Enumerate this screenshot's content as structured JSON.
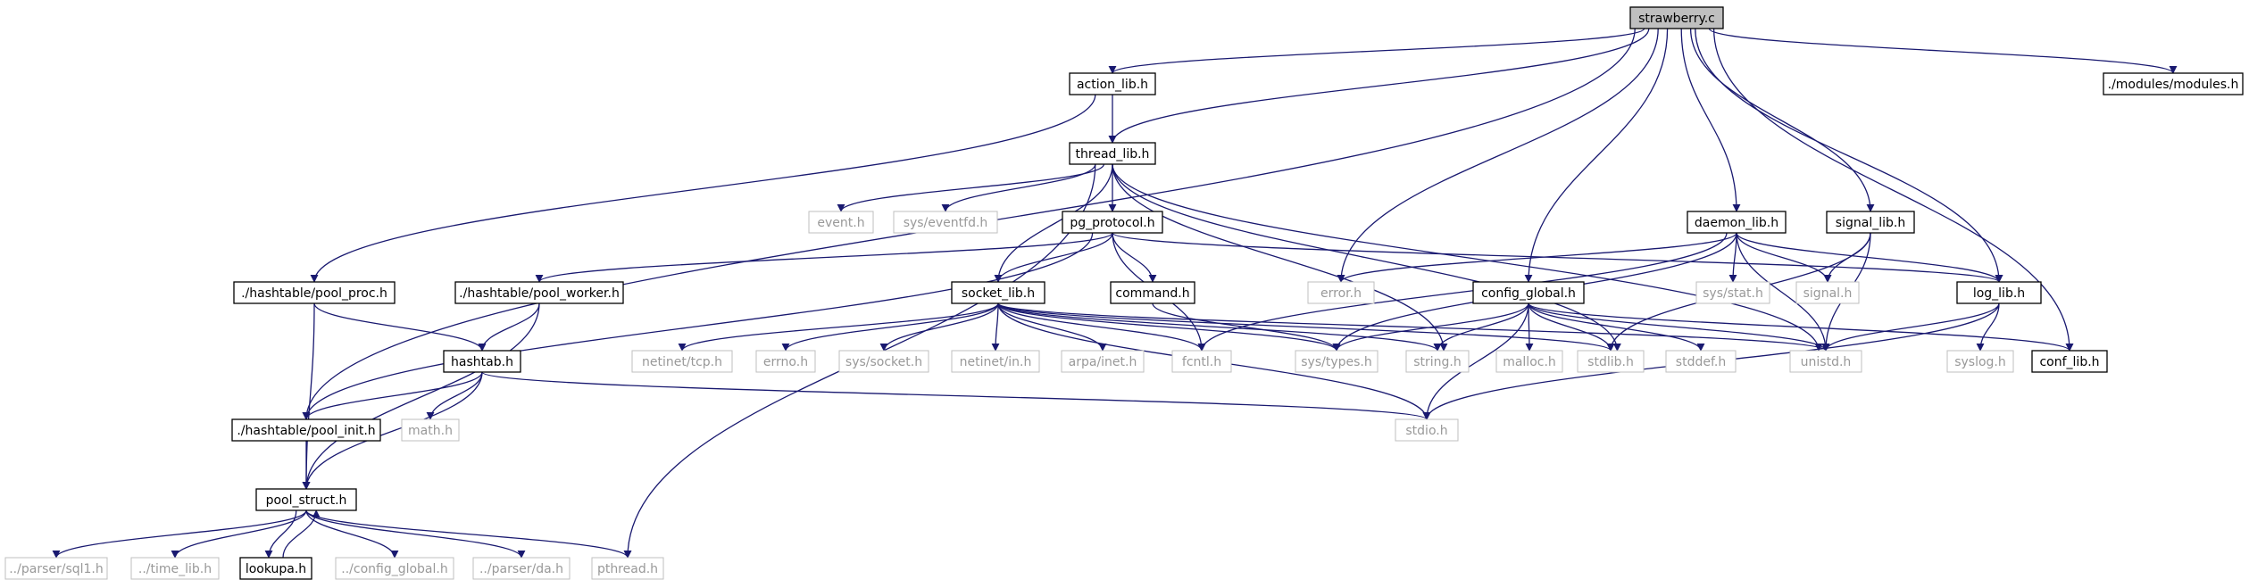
{
  "diagram": {
    "colors": {
      "edge": "#191970",
      "root_fill": "#bfbfbf",
      "external_text": "#999999",
      "external_border": "#bfbfbf"
    },
    "nodes": [
      {
        "id": "strawberry_c",
        "label": "strawberry.c",
        "kind": "root"
      },
      {
        "id": "action_lib_h",
        "label": "action_lib.h",
        "kind": "doc"
      },
      {
        "id": "modules_h",
        "label": "./modules/modules.h",
        "kind": "doc"
      },
      {
        "id": "thread_lib_h",
        "label": "thread_lib.h",
        "kind": "doc"
      },
      {
        "id": "event_h",
        "label": "event.h",
        "kind": "ext"
      },
      {
        "id": "sys_eventfd_h",
        "label": "sys/eventfd.h",
        "kind": "ext"
      },
      {
        "id": "pg_protocol_h",
        "label": "pg_protocol.h",
        "kind": "doc"
      },
      {
        "id": "daemon_lib_h",
        "label": "daemon_lib.h",
        "kind": "doc"
      },
      {
        "id": "signal_lib_h",
        "label": "signal_lib.h",
        "kind": "doc"
      },
      {
        "id": "pool_proc_h",
        "label": "./hashtable/pool_proc.h",
        "kind": "doc"
      },
      {
        "id": "pool_worker_h",
        "label": "./hashtable/pool_worker.h",
        "kind": "doc"
      },
      {
        "id": "socket_lib_h",
        "label": "socket_lib.h",
        "kind": "doc"
      },
      {
        "id": "command_h",
        "label": "command.h",
        "kind": "doc"
      },
      {
        "id": "error_h",
        "label": "error.h",
        "kind": "ext"
      },
      {
        "id": "config_global_h",
        "label": "config_global.h",
        "kind": "doc"
      },
      {
        "id": "sys_stat_h",
        "label": "sys/stat.h",
        "kind": "ext"
      },
      {
        "id": "signal_h",
        "label": "signal.h",
        "kind": "ext"
      },
      {
        "id": "log_lib_h",
        "label": "log_lib.h",
        "kind": "doc"
      },
      {
        "id": "hashtab_h",
        "label": "hashtab.h",
        "kind": "doc"
      },
      {
        "id": "netinet_tcp_h",
        "label": "netinet/tcp.h",
        "kind": "ext"
      },
      {
        "id": "errno_h",
        "label": "errno.h",
        "kind": "ext"
      },
      {
        "id": "sys_socket_h",
        "label": "sys/socket.h",
        "kind": "ext"
      },
      {
        "id": "netinet_in_h",
        "label": "netinet/in.h",
        "kind": "ext"
      },
      {
        "id": "arpa_inet_h",
        "label": "arpa/inet.h",
        "kind": "ext"
      },
      {
        "id": "fcntl_h",
        "label": "fcntl.h",
        "kind": "ext"
      },
      {
        "id": "sys_types_h",
        "label": "sys/types.h",
        "kind": "ext"
      },
      {
        "id": "string_h",
        "label": "string.h",
        "kind": "ext"
      },
      {
        "id": "malloc_h",
        "label": "malloc.h",
        "kind": "ext"
      },
      {
        "id": "stdlib_h",
        "label": "stdlib.h",
        "kind": "ext"
      },
      {
        "id": "stddef_h",
        "label": "stddef.h",
        "kind": "ext"
      },
      {
        "id": "unistd_h",
        "label": "unistd.h",
        "kind": "ext"
      },
      {
        "id": "syslog_h",
        "label": "syslog.h",
        "kind": "ext"
      },
      {
        "id": "conf_lib_h",
        "label": "conf_lib.h",
        "kind": "doc"
      },
      {
        "id": "pool_init_h",
        "label": "./hashtable/pool_init.h",
        "kind": "doc"
      },
      {
        "id": "math_h",
        "label": "math.h",
        "kind": "ext"
      },
      {
        "id": "stdio_h",
        "label": "stdio.h",
        "kind": "ext"
      },
      {
        "id": "pool_struct_h",
        "label": "pool_struct.h",
        "kind": "doc"
      },
      {
        "id": "parser_sql1_h",
        "label": "../parser/sql1.h",
        "kind": "ext"
      },
      {
        "id": "time_lib_h",
        "label": "../time_lib.h",
        "kind": "ext"
      },
      {
        "id": "lookupa_h",
        "label": "lookupa.h",
        "kind": "doc"
      },
      {
        "id": "config_global_rel_h",
        "label": "../config_global.h",
        "kind": "ext"
      },
      {
        "id": "parser_da_h",
        "label": "../parser/da.h",
        "kind": "ext"
      },
      {
        "id": "pthread_h",
        "label": "pthread.h",
        "kind": "ext"
      }
    ]
  }
}
